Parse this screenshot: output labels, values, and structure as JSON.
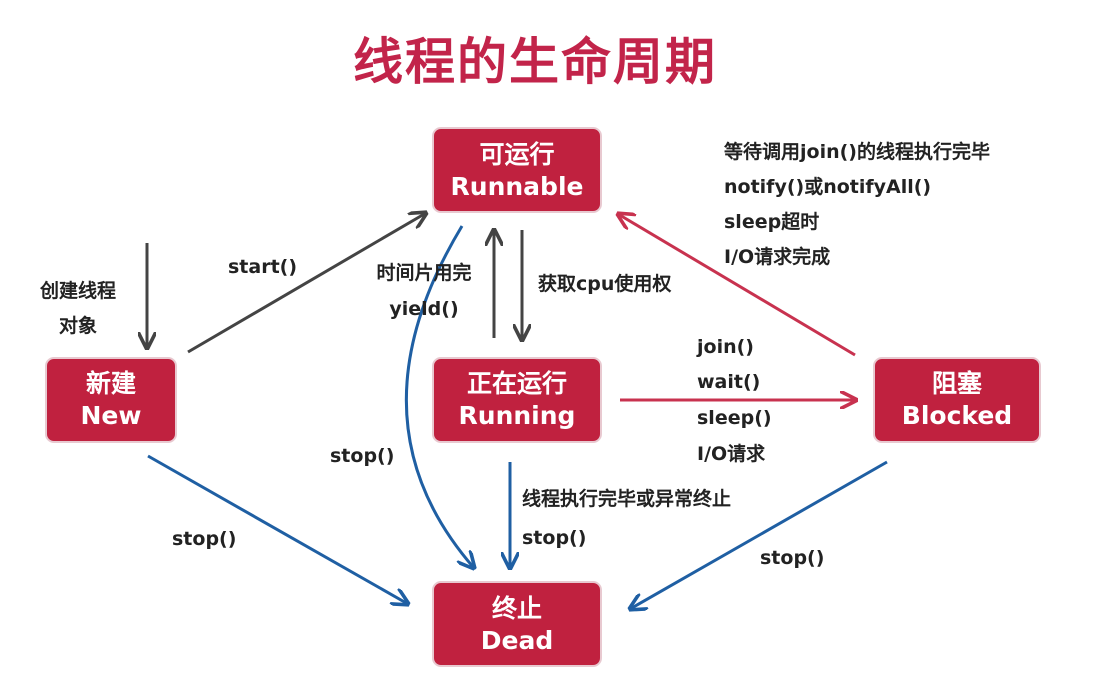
{
  "title": "线程的生命周期",
  "nodes": {
    "runnable": {
      "cn": "可运行",
      "en": "Runnable"
    },
    "new": {
      "cn": "新建",
      "en": "New"
    },
    "running": {
      "cn": "正在运行",
      "en": "Running"
    },
    "blocked": {
      "cn": "阻塞",
      "en": "Blocked"
    },
    "dead": {
      "cn": "终止",
      "en": "Dead"
    }
  },
  "labels": {
    "create_1": "创建线程",
    "create_2": "对象",
    "start": "start()",
    "timeslice": "时间片用完",
    "yield": "yield()",
    "get_cpu": "获取cpu使用权",
    "unblock_1": "等待调用join()的线程执行完毕",
    "unblock_2": "notify()或notifyAll()",
    "unblock_3": "sleep超时",
    "unblock_4": "I/O请求完成",
    "block_1": "join()",
    "block_2": "wait()",
    "block_3": "sleep()",
    "block_4": "I/O请求",
    "stop_runnable": "stop()",
    "stop_new": "stop()",
    "finish": "线程执行完毕或异常终止",
    "stop_running": "stop()",
    "stop_blocked": "stop()"
  },
  "colors": {
    "node_fill": "#c0213f",
    "title": "#c2244a",
    "gray_arrow": "#444444",
    "red_arrow": "#c8324f",
    "blue_arrow": "#1f5fa3"
  }
}
